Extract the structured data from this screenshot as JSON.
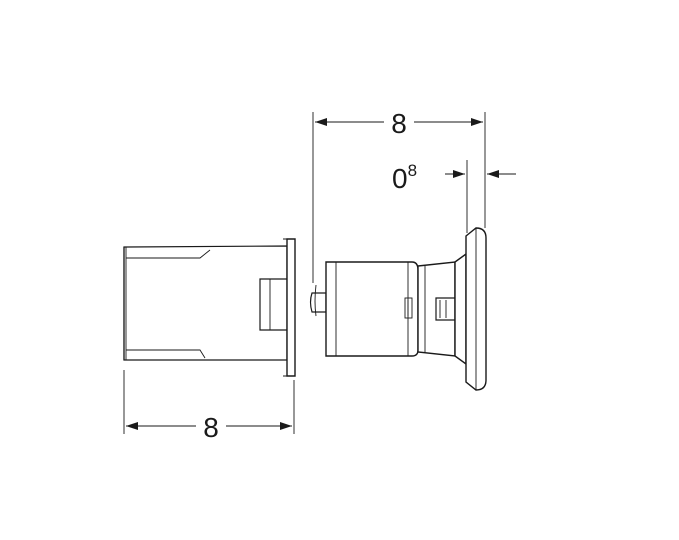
{
  "dimensions": {
    "top_width": "8",
    "offset_base": "0",
    "offset_exp": "8",
    "bottom_width": "8"
  },
  "colors": {
    "line": "#1a1a1a",
    "background": "#ffffff"
  }
}
